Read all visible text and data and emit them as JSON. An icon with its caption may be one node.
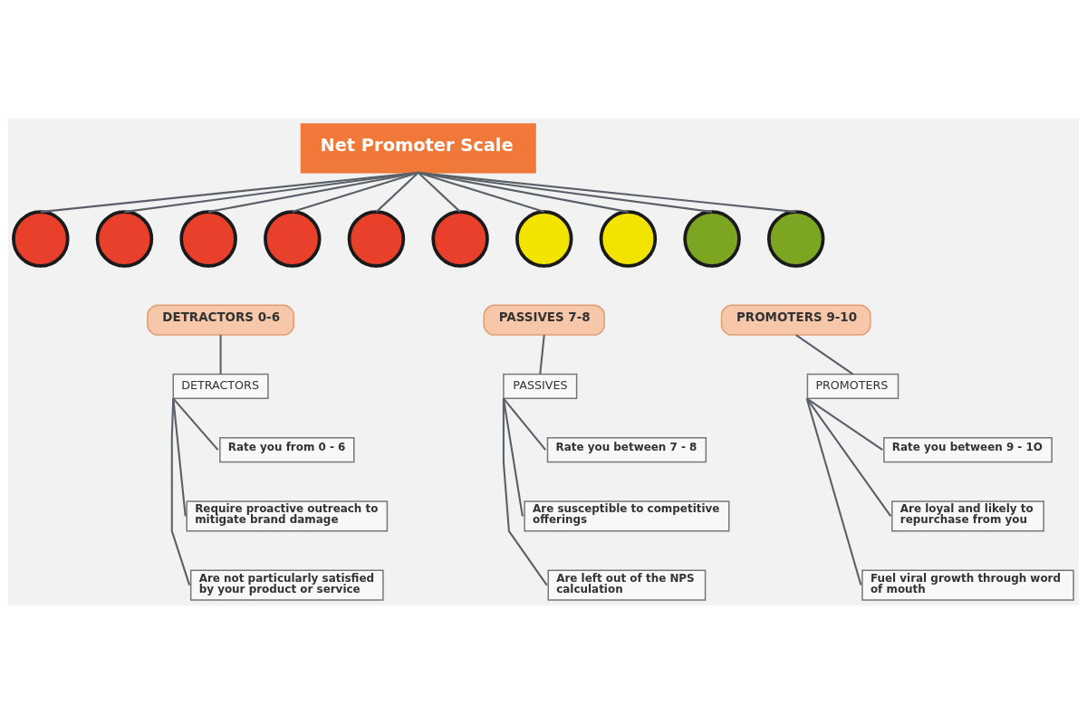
{
  "diagram": {
    "nodes": [
      {
        "text": [
          "Net Promoter Scale"
        ]
      },
      {
        "text": [],
        "shape": "circle"
      },
      {
        "text": [],
        "shape": "circle"
      },
      {
        "text": [],
        "shape": "circle"
      },
      {
        "text": [],
        "shape": "circle"
      },
      {
        "text": [],
        "shape": "circle"
      },
      {
        "text": [],
        "shape": "circle"
      },
      {
        "text": [],
        "shape": "circle"
      },
      {
        "text": [],
        "shape": "circle"
      },
      {
        "text": [],
        "shape": "circle"
      },
      {
        "text": [],
        "shape": "circle"
      },
      {
        "text": [
          "DETRACTORS 0-6"
        ]
      },
      {
        "text": [
          "DETRACTORS"
        ]
      },
      {
        "text": [
          "Rate you from 0 - 6"
        ]
      },
      {
        "text": [
          "Require proactive outreach to mitigate brand damage"
        ]
      },
      {
        "text": [
          "Are not particularly satisfied by your product or service"
        ]
      },
      {
        "text": [
          "PASSIVES 7-8"
        ]
      },
      {
        "text": [
          "PASSIVES"
        ]
      },
      {
        "text": [
          "Rate you between 7 - 8"
        ]
      },
      {
        "text": [
          "Are susceptible to competitive offerings"
        ]
      },
      {
        "text": [
          "Are left out of the NPS calculation"
        ]
      },
      {
        "text": [
          "PROMOTERS 9-10"
        ]
      },
      {
        "text": [
          "PROMOTERS"
        ]
      },
      {
        "text": [
          "Rate you between 9 - 1O"
        ]
      },
      {
        "text": [
          "Are loyal and likely to repurchase from you"
        ]
      },
      {
        "text": [
          "Fuel viral growth through word of mouth"
        ]
      }
    ],
    "edges": [
      {
        "from": 0,
        "to": 1,
        "arrow": "none"
      },
      {
        "from": 0,
        "to": 2,
        "arrow": "none"
      },
      {
        "from": 0,
        "to": 3,
        "arrow": "none"
      },
      {
        "from": 0,
        "to": 4,
        "arrow": "none"
      },
      {
        "from": 0,
        "to": 5,
        "arrow": "none"
      },
      {
        "from": 0,
        "to": 6,
        "arrow": "none"
      },
      {
        "from": 0,
        "to": 7,
        "arrow": "none"
      },
      {
        "from": 0,
        "to": 8,
        "arrow": "none"
      },
      {
        "from": 0,
        "to": 9,
        "arrow": "none"
      },
      {
        "from": 0,
        "to": 10,
        "arrow": "none"
      },
      {
        "from": 11,
        "to": 12,
        "arrow": "none"
      },
      {
        "from": 12,
        "to": 13,
        "arrow": "none"
      },
      {
        "from": 12,
        "to": 14,
        "arrow": "none"
      },
      {
        "from": 12,
        "to": 15,
        "arrow": "none"
      },
      {
        "from": 16,
        "to": 17,
        "arrow": "none"
      },
      {
        "from": 17,
        "to": 18,
        "arrow": "none"
      },
      {
        "from": 17,
        "to": 19,
        "arrow": "none"
      },
      {
        "from": 17,
        "to": 20,
        "arrow": "none"
      },
      {
        "from": 21,
        "to": 22,
        "arrow": "none"
      },
      {
        "from": 22,
        "to": 23,
        "arrow": "none"
      },
      {
        "from": 22,
        "to": 24,
        "arrow": "none"
      },
      {
        "from": 22,
        "to": 25,
        "arrow": "none"
      }
    ]
  }
}
